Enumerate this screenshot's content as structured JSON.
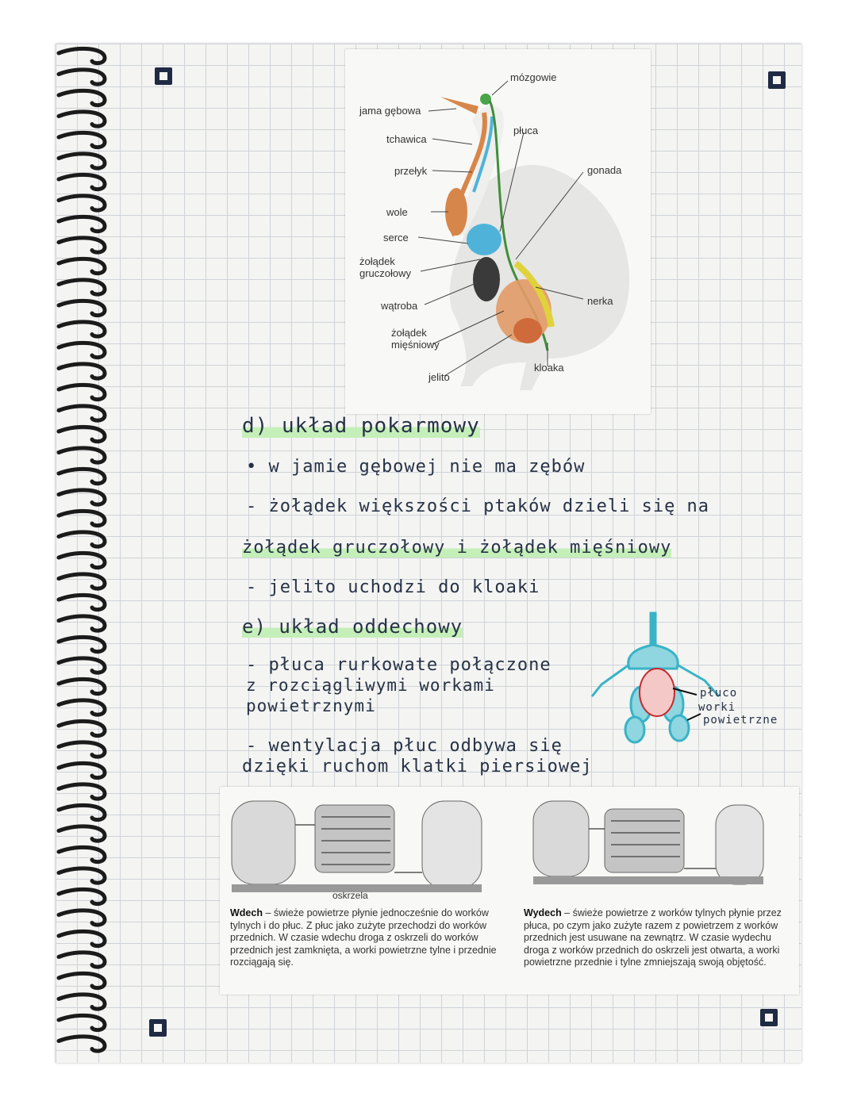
{
  "diagram_digestive": {
    "labels": {
      "mozgowie": "mózgowie",
      "jama_gebowa": "jama gębowa",
      "pluca": "płuca",
      "tchawica": "tchawica",
      "gonada": "gonada",
      "przelyk": "przełyk",
      "wole": "wole",
      "serce": "serce",
      "zoladek_gruczolowy": "żołądek\ngruczołowy",
      "nerka": "nerka",
      "watroba": "wątroba",
      "zoladek_miesniowy": "żołądek\nmięśniowy",
      "kloaka": "kloaka",
      "jelito": "jelito"
    }
  },
  "notes": {
    "heading_d": "d) układ pokarmowy",
    "d1": "• w jamie gębowej nie ma zębów",
    "d2": "- żołądek większości ptaków dzieli się na",
    "d3": "żołądek gruczołowy i żołądek mięśniowy",
    "d4": "- jelito uchodzi do kloaki",
    "heading_e": "e) układ oddechowy",
    "e1": "- płuca rurkowate połączone",
    "e2": "z rozciągliwymi workami",
    "e3": "powietrznymi",
    "e4": "- wentylacja płuc odbywa się",
    "e5": "dzięki ruchom klatki piersiowej",
    "sketch_pluco": "płuco",
    "sketch_worki_1": "worki",
    "sketch_worki_2": "powietrzne"
  },
  "respiration": {
    "oskrzela": "oskrzela",
    "wdech_title": "Wdech",
    "wdech_text": " – świeże powietrze płynie jednocześnie do worków tylnych i do płuc. Z płuc jako zużyte przechodzi do worków przednich. W czasie wdechu droga z oskrzeli do worków przednich jest zamknięta, a worki powietrzne tylne i przednie rozciągają się.",
    "wydech_title": "Wydech",
    "wydech_text": " – świeże powietrze z worków tylnych płynie przez płuca, po czym jako zużyte razem z powietrzem z worków przednich jest usuwane na zewnątrz. W czasie wydechu droga z worków przednich do oskrzeli jest otwarta, a worki powietrzne przednie i tylne zmniejszają swoją objętość."
  },
  "colors": {
    "ink": "#263246",
    "highlight": "#c5efb8",
    "heart_blue": "#4fb3d9",
    "gut_orange": "#d7864a",
    "liver": "#3a3a3a",
    "nerve_green": "#3f8f3a",
    "kidney_yellow": "#e0d23a",
    "lung_teal": "#39b3c6"
  }
}
